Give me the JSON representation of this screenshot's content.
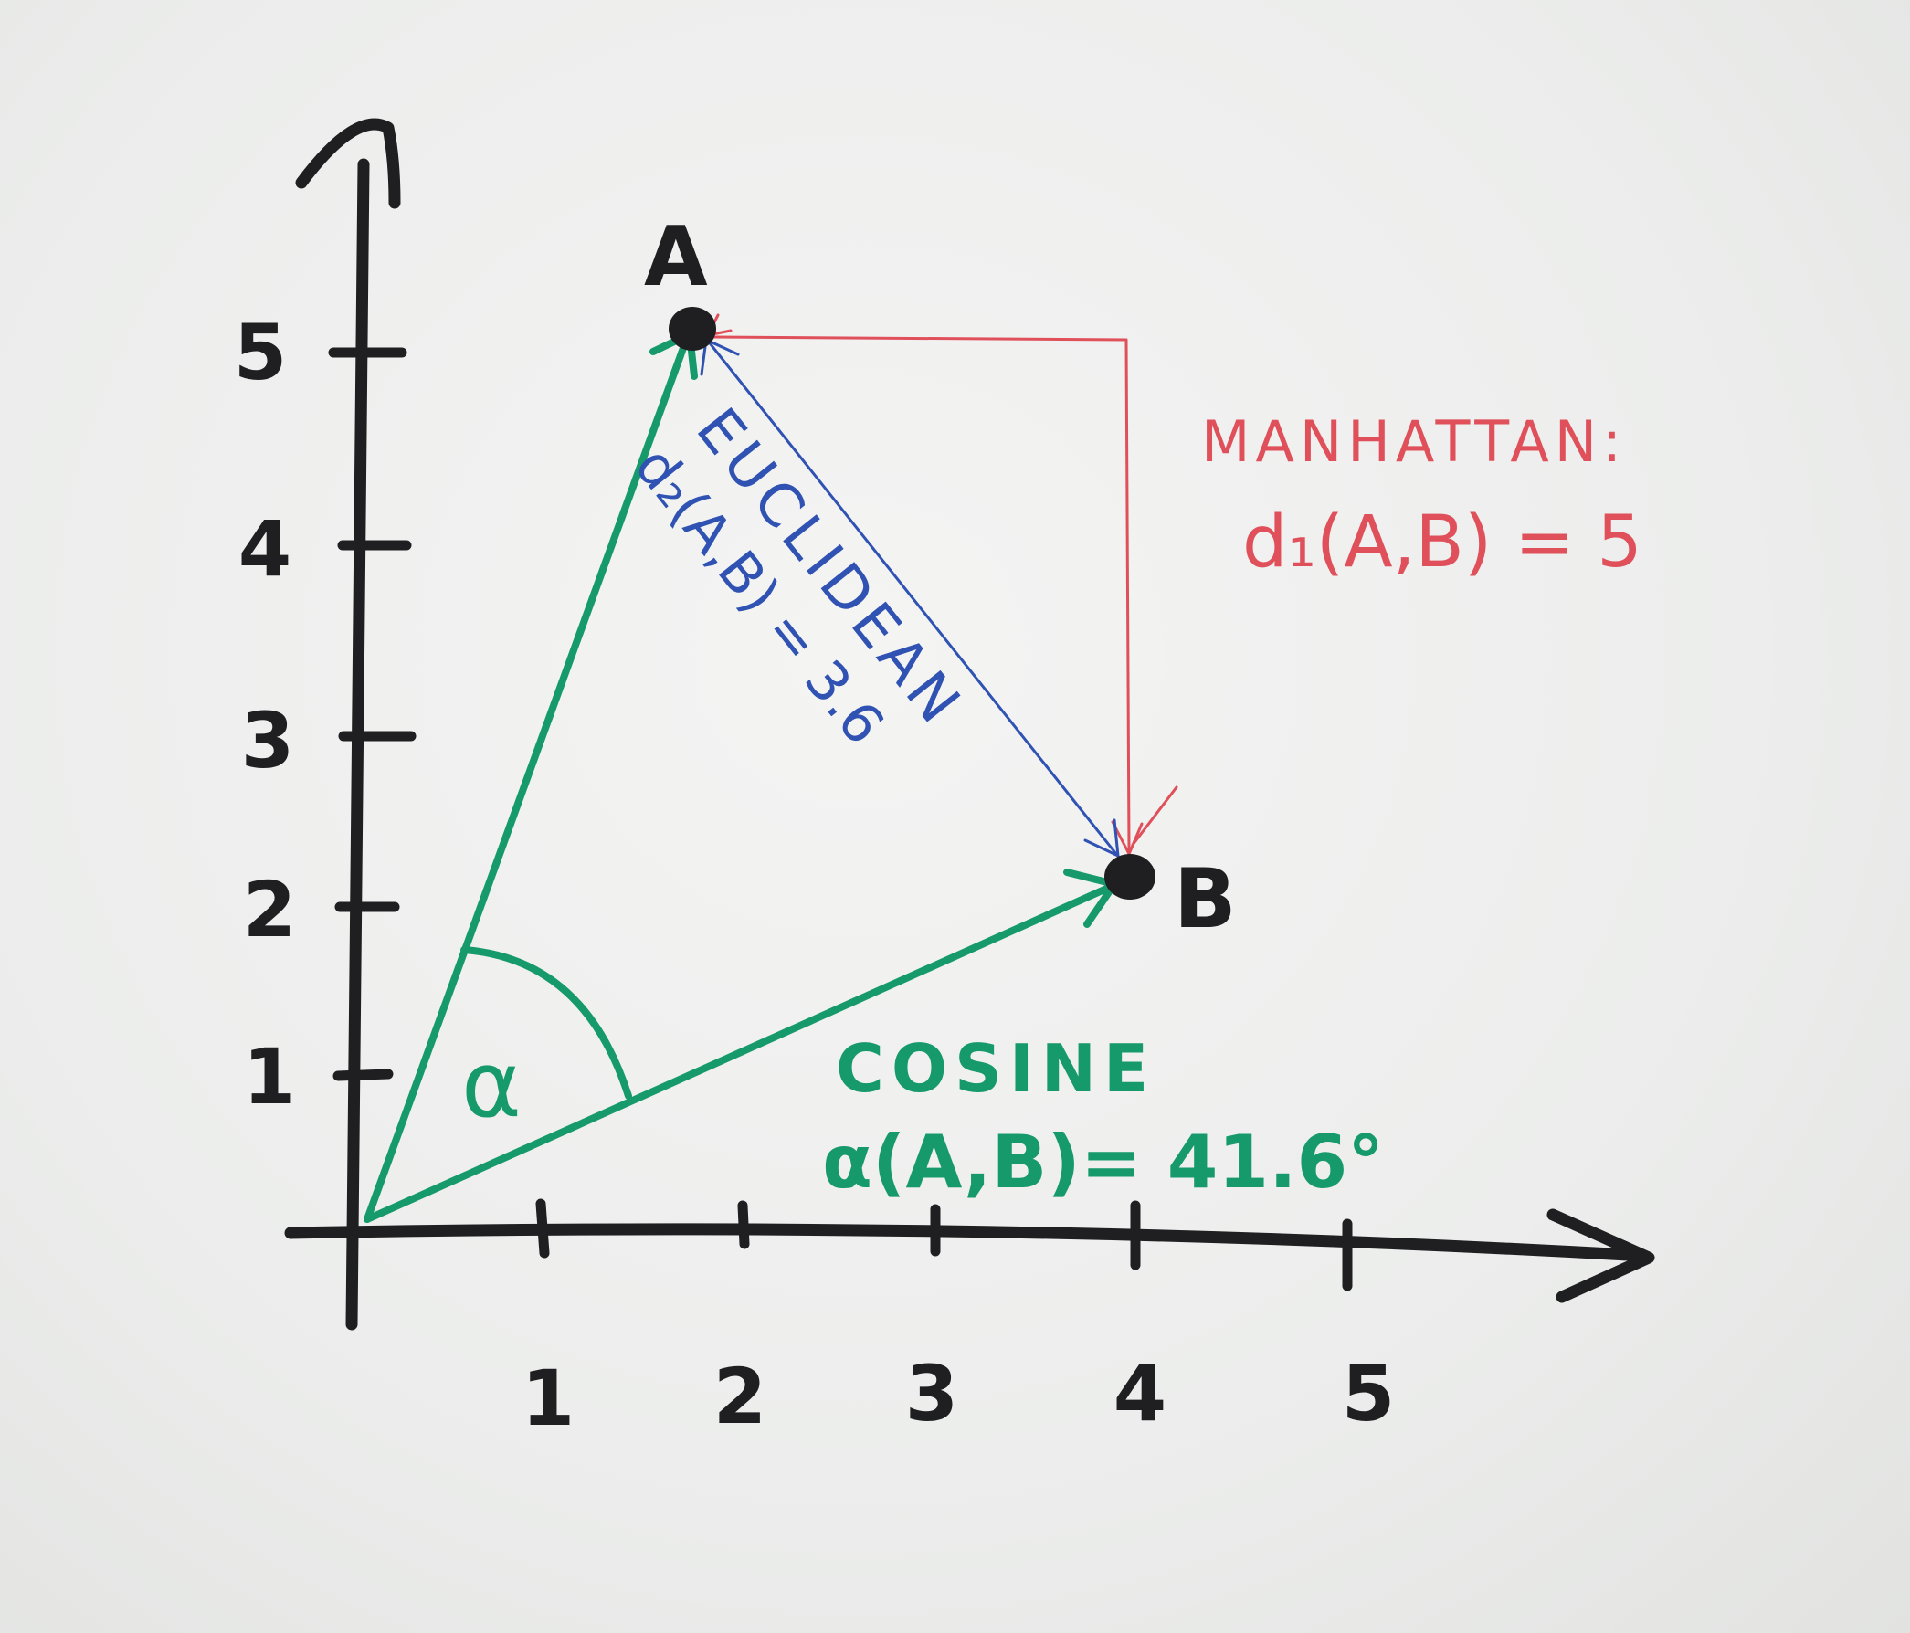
{
  "colors": {
    "background": "#ecedec",
    "ink_black": "#1f1f22",
    "ink_green": "#169a6c",
    "ink_blue": "#2f52b3",
    "ink_red": "#e0505a"
  },
  "axes": {
    "x_ticks": [
      "1",
      "2",
      "3",
      "4",
      "5"
    ],
    "y_ticks": [
      "1",
      "2",
      "3",
      "4",
      "5"
    ]
  },
  "points": {
    "A": {
      "label": "A",
      "x": 1.7,
      "y": 5
    },
    "B": {
      "label": "B",
      "x": 4,
      "y": 2
    }
  },
  "angle_symbol": "α",
  "euclidean": {
    "title": "EUCLIDEAN",
    "formula": "d₂(A,B) = 3.6"
  },
  "manhattan": {
    "title": "MANHATTAN:",
    "formula": "d₁(A,B) = 5"
  },
  "cosine": {
    "title": "COSINE",
    "formula": "α(A,B)= 41.6°"
  }
}
